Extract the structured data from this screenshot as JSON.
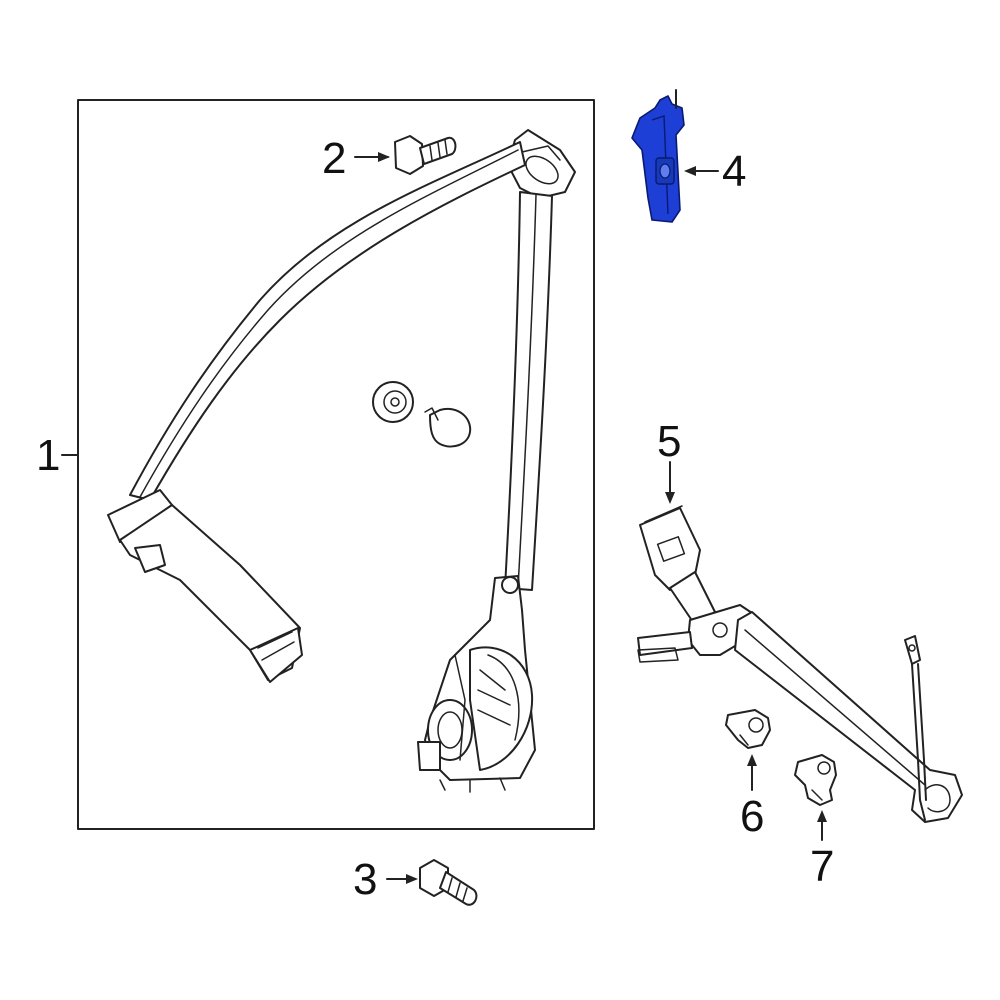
{
  "diagram": {
    "callouts": [
      {
        "id": "1",
        "label": "1"
      },
      {
        "id": "2",
        "label": "2"
      },
      {
        "id": "3",
        "label": "3"
      },
      {
        "id": "4",
        "label": "4"
      },
      {
        "id": "5",
        "label": "5"
      },
      {
        "id": "6",
        "label": "6"
      },
      {
        "id": "7",
        "label": "7"
      }
    ],
    "highlighted_part": "4",
    "colors": {
      "highlight": "#1d3fd6",
      "line": "#222222",
      "background": "#ffffff"
    }
  }
}
